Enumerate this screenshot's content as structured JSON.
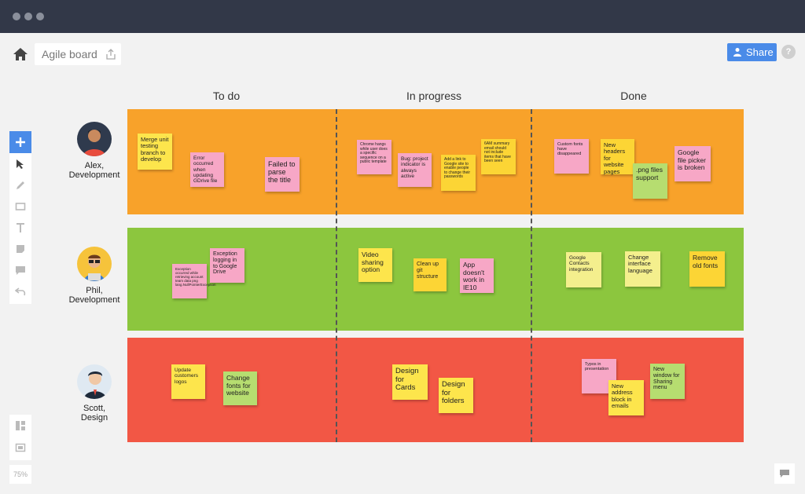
{
  "window": {
    "title": "Agile board"
  },
  "header": {
    "board_title": "Agile board",
    "share_label": "Share",
    "help_label": "?"
  },
  "toolbar": {
    "tools": [
      "plus-icon",
      "cursor-icon",
      "pen-icon",
      "rectangle-icon",
      "text-icon",
      "sticky-note-icon",
      "comment-icon",
      "undo-icon"
    ],
    "bottom_tools": [
      "layout-icon",
      "frame-icon"
    ],
    "zoom": "75%"
  },
  "colors": {
    "accent": "#4a8be8",
    "lane_orange": "#f8a22a",
    "lane_green": "#8cc63e",
    "lane_red": "#f25745"
  },
  "columns": [
    "To do",
    "In progress",
    "Done"
  ],
  "lanes": [
    {
      "person": "Alex,\nDevelopment",
      "color": "#f8a22a"
    },
    {
      "person": "Phil,\nDevelopment",
      "color": "#8cc63e"
    },
    {
      "person": "Scott,\nDesign",
      "color": "#f25745"
    }
  ],
  "notes": {
    "n1": "Merge unit testing branch to develop",
    "n2": "Error occurred when updating GDrive file",
    "n3": "Failed to parse the title",
    "n4": "Chrome hangs while user does a specific sequence on a public template",
    "n5": "Bug: project indicator is always active",
    "n6": "Add a link to Google site to enable people to change their passwords",
    "n7": "6AM summary email should not include items that have been seen",
    "n8": "Custom fonts have disappeared",
    "n9": "New headers for website pages",
    "n10": ".png files support",
    "n11": "Google file picker is broken",
    "n12": "Exception occurred while retrieving account team data png lang.NullPointerException",
    "n13": "Exception logging in to Google Drive",
    "n14": "Video sharing option",
    "n15": "Clean up git structure",
    "n16": "App doesn't work in IE10",
    "n17": "Google Contacts integration",
    "n18": "Change interface language",
    "n19": "Remove old fonts",
    "n20": "Update customers logos",
    "n21": "Change fonts for website",
    "n22": "Design for Cards",
    "n23": "Design for folders",
    "n24": "Typos in presentation",
    "n25": "New address block in emails",
    "n26": "New window for Sharing menu"
  }
}
